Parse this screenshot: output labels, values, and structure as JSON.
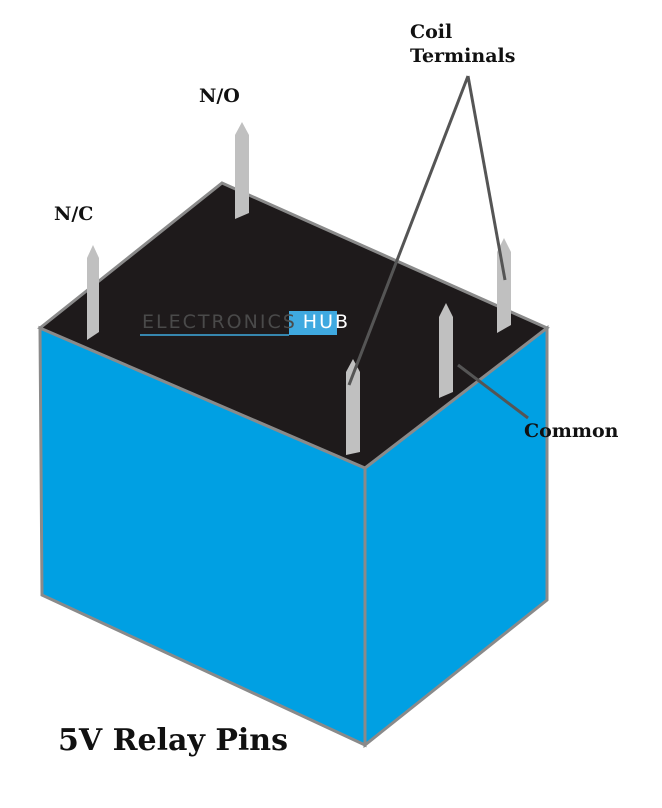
{
  "labels": {
    "nc": "N/C",
    "no": "N/O",
    "coil_line1": "Coil",
    "coil_line2": "Terminals",
    "common": "Common",
    "title": "5V Relay Pins"
  },
  "watermark": {
    "left": "ELECTRONICS",
    "right": "HUB"
  },
  "colors": {
    "relay_side": "#00a0e3",
    "relay_top": "#1e1a1b",
    "edge": "#8a8a8a",
    "pin": "#c0c0c0",
    "pointer": "#555555"
  }
}
